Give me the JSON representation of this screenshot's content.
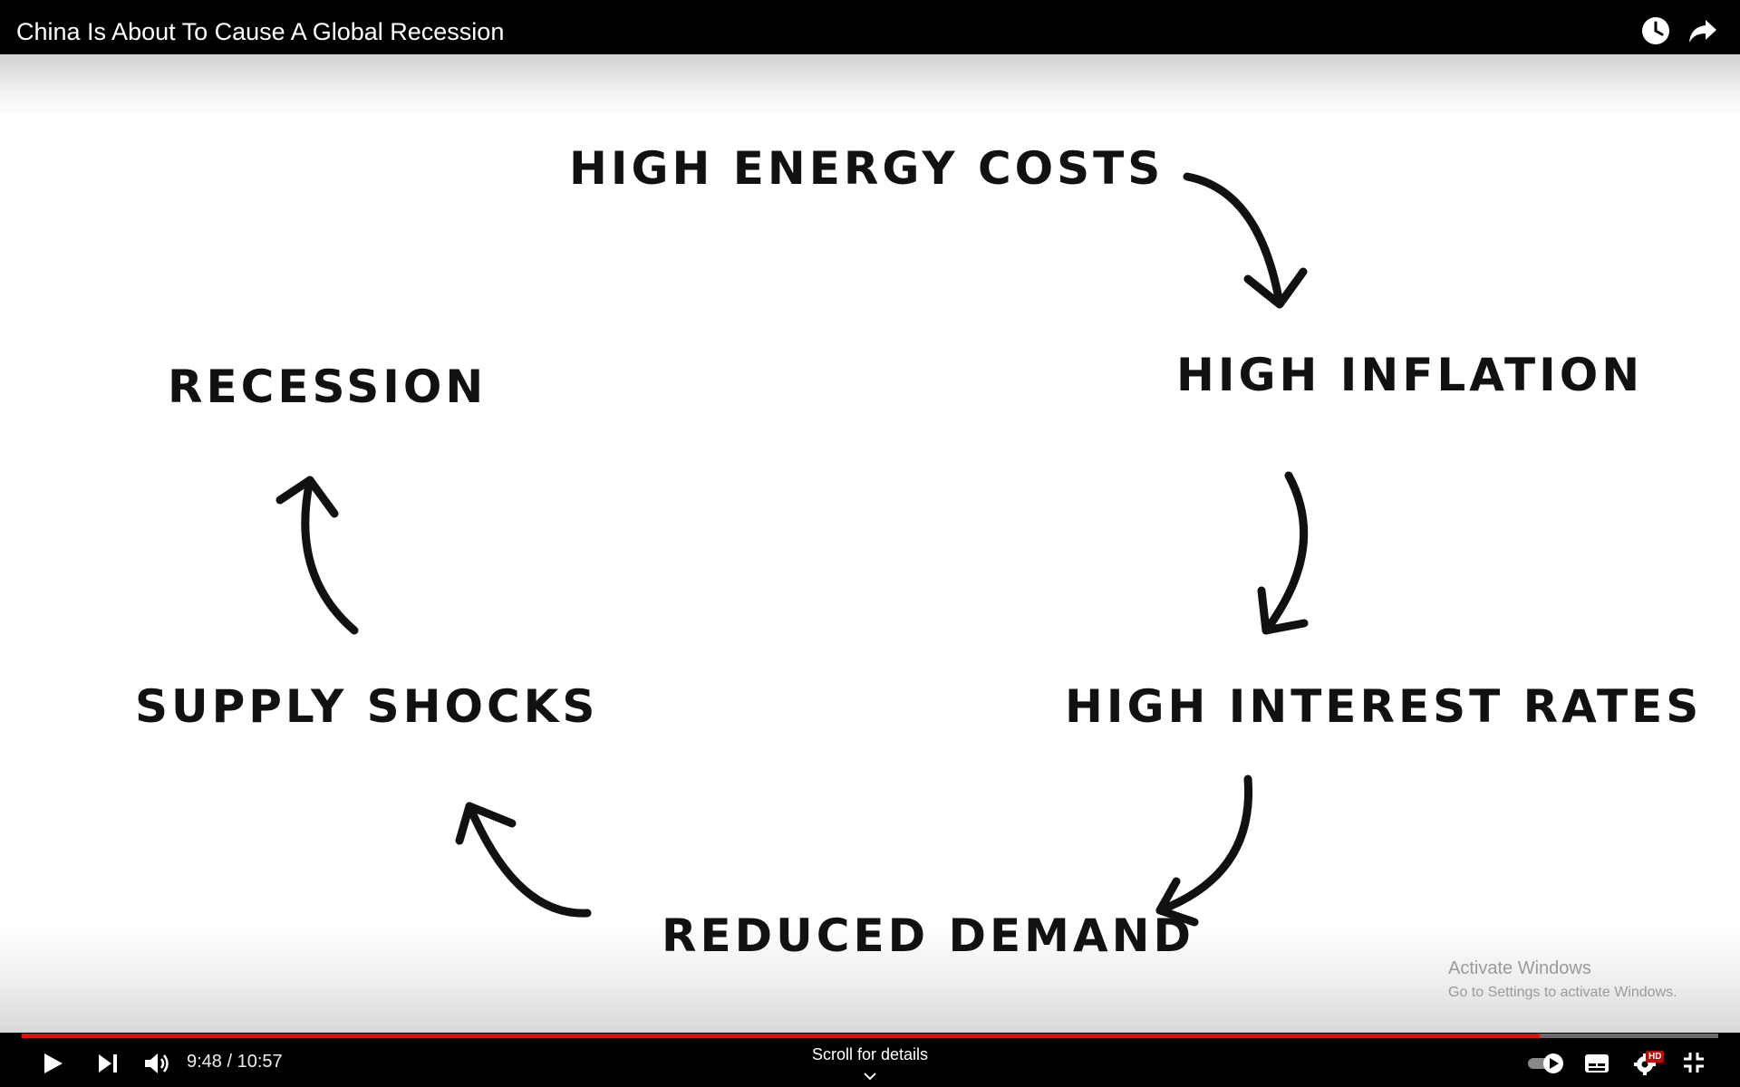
{
  "video": {
    "title": "China Is About To Cause A Global Recession",
    "cycle": {
      "energy": "HIGH ENERGY COSTS",
      "inflation": "HIGH INFLATION",
      "interest": "HIGH INTEREST RATES",
      "demand": "REDUCED DEMAND",
      "supply": "SUPPLY SHOCKS",
      "recession": "RECESSION"
    },
    "watermark": {
      "title": "Activate Windows",
      "subtitle": "Go to Settings to activate Windows."
    }
  },
  "player": {
    "current_time": "9:48",
    "separator": " / ",
    "duration": "10:57",
    "progress_fraction": 0.895,
    "scroll_hint": "Scroll for details",
    "hd_badge": "HD",
    "icons": [
      "watch-later-icon",
      "share-icon",
      "play-icon",
      "next-icon",
      "volume-icon",
      "autoplay-toggle",
      "subtitles-icon",
      "settings-icon",
      "exit-fullscreen-icon",
      "chevron-down-icon"
    ],
    "colors": {
      "progress": "#ff0000",
      "hd_badge": "#cc0000"
    }
  }
}
